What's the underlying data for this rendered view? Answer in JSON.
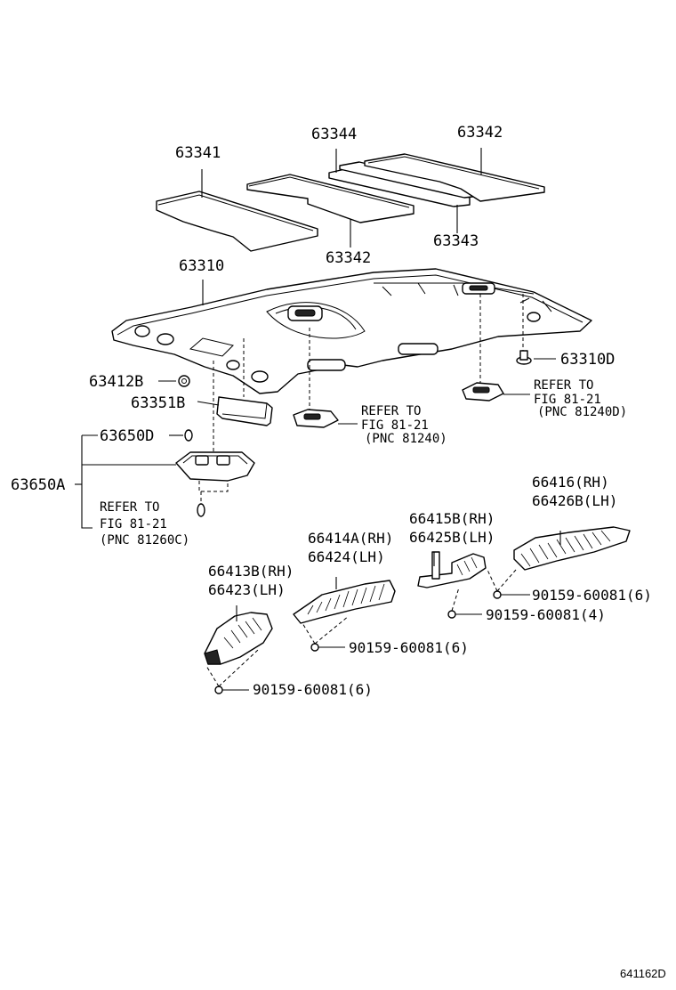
{
  "diagram": {
    "parts": {
      "p63341": "63341",
      "p63344": "63344",
      "p63342_top": "63342",
      "p63342_mid": "63342",
      "p63343": "63343",
      "p63310": "63310",
      "p63310D": "63310D",
      "p63412B": "63412B",
      "p63351B": "63351B",
      "p63650D": "63650D",
      "p63650A": "63650A",
      "p66416": "66416(RH)",
      "p66426B": "66426B(LH)",
      "p66415B": "66415B(RH)",
      "p66425B": "66425B(LH)",
      "p66414A": "66414A(RH)",
      "p66424": "66424(LH)",
      "p66413B": "66413B(RH)",
      "p66423": "66423(LH)",
      "bolt_1": "90159-60081(6)",
      "bolt_2": "90159-60081(4)",
      "bolt_3": "90159-60081(6)",
      "bolt_4": "90159-60081(6)"
    },
    "refs": {
      "right_1": "REFER TO",
      "right_2": "FIG 81-21",
      "right_3": "(PNC 81240D)",
      "center_1": "REFER TO",
      "center_2": "FIG 81-21",
      "center_3": "(PNC 81240)",
      "left_1": "REFER TO",
      "left_2": "FIG 81-21",
      "left_3": "(PNC 81260C)"
    },
    "drawing_code": "641162D"
  }
}
